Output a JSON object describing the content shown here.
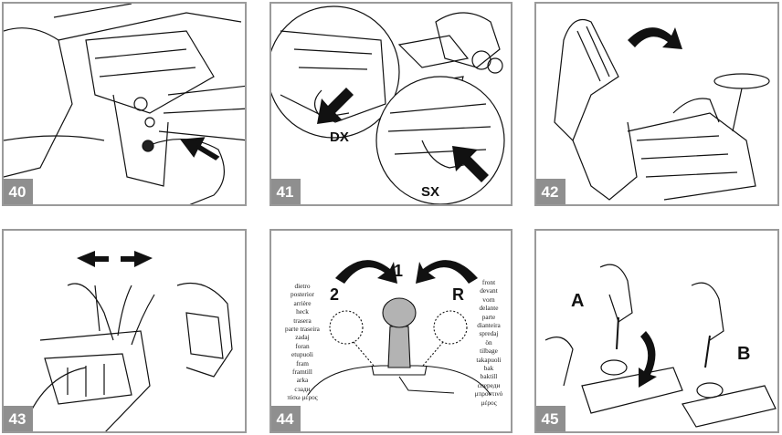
{
  "panels": [
    {
      "number": "40"
    },
    {
      "number": "41",
      "left_label": "DX",
      "right_label": "SX"
    },
    {
      "number": "42"
    },
    {
      "number": "43"
    },
    {
      "number": "44",
      "top_label": "1",
      "left_label": "2",
      "right_label": "R",
      "left_words": [
        "dietro",
        "posterior",
        "arrière",
        "heck",
        "trasera",
        "parte traseira",
        "zadaj",
        "foran",
        "etupuoli",
        "fram",
        "framtill",
        "arka",
        "сзади",
        "πίσω μέρος"
      ],
      "right_words": [
        "front",
        "devant",
        "vorn",
        "delante",
        "parte",
        "dianteira",
        "spredaj",
        "ön",
        "tilbage",
        "takapuoli",
        "bak",
        "baktill",
        "спереди",
        "μπροστινό",
        "μέρος"
      ]
    },
    {
      "number": "45",
      "label_a": "A",
      "label_b": "B"
    }
  ],
  "colors": {
    "frame": "#9a9a9a",
    "badge": "#8f8f8f",
    "ink": "#111111",
    "knob": "#b3b3b3"
  }
}
